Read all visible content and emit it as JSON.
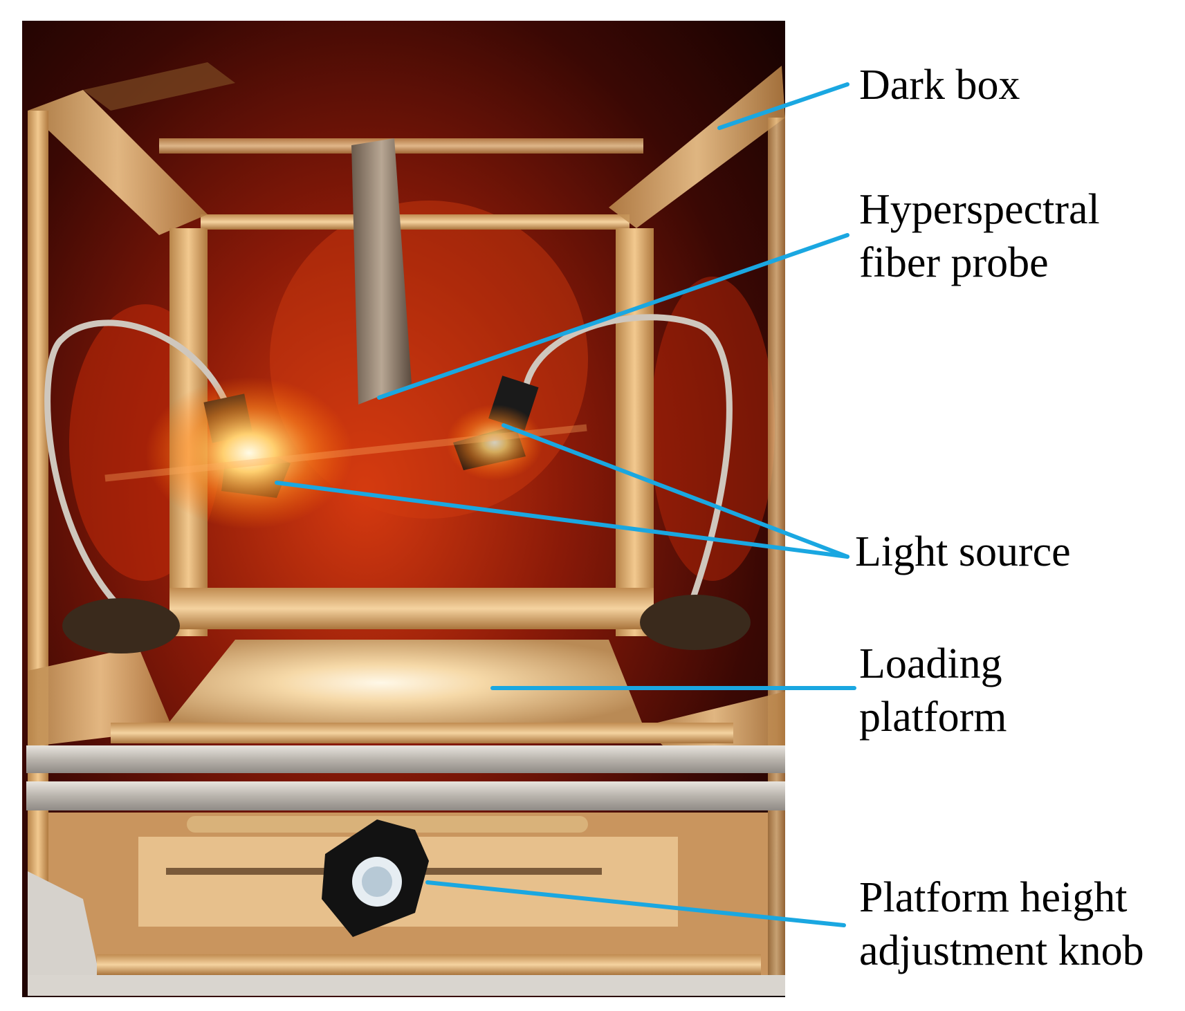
{
  "figure": {
    "callout_color": "#1aa7e1",
    "labels": {
      "dark_box": "Dark box",
      "probe_line1": "Hyperspectral",
      "probe_line2": "fiber probe",
      "light_source": "Light source",
      "platform_line1": "Loading",
      "platform_line2": "platform",
      "knob_line1": "Platform height",
      "knob_line2": "adjustment knob"
    }
  }
}
